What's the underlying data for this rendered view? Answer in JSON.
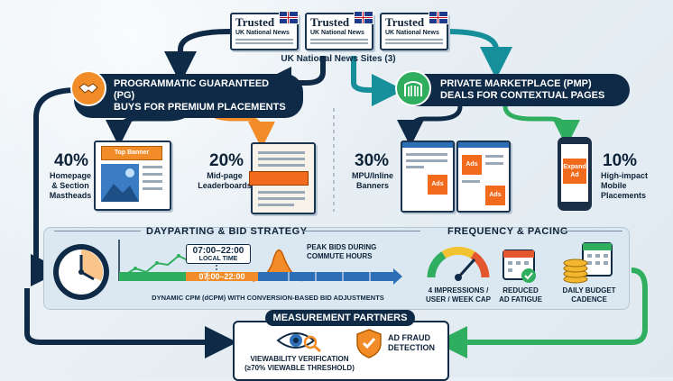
{
  "publishers": [
    {
      "name": "Trusted",
      "sub": "UK National News"
    },
    {
      "name": "Trusted",
      "sub": "UK National News"
    },
    {
      "name": "Trusted",
      "sub": "UK National News"
    }
  ],
  "publishers_caption": "UK National News Sites (3)",
  "pg": {
    "title": "PROGRAMMATIC GUARANTEED (PG)\nBUYS FOR PREMIUM PLACEMENTS",
    "icon": "handshake-icon",
    "color": "#f28c28"
  },
  "pmp": {
    "title": "PRIVATE MARKETPLACE (PMP)\nDEALS FOR CONTEXTUAL PAGES",
    "icon": "gate-icon",
    "color": "#2fae5f"
  },
  "placements": [
    {
      "pct": "40%",
      "label": "Homepage\n& Section\nMastheads",
      "ad": "Top Banner"
    },
    {
      "pct": "20%",
      "label": "Mid-page\nLeaderboards"
    },
    {
      "pct": "30%",
      "label": "MPU/Inline\nBanners",
      "ads": [
        "Ads",
        "Ads",
        "Ads"
      ]
    },
    {
      "pct": "10%",
      "label": "High-impact\nMobile\nPlacements",
      "ad": "Expand\nAd"
    }
  ],
  "strategy": {
    "dayparting_title": "DAYPARTING & BID STRATEGY",
    "frequency_title": "FREQUENCY & PACING",
    "time_box": "07:00–22:00",
    "time_sub": "LOCAL TIME",
    "time_bar": "07:00–22:00",
    "peak": "PEAK BIDS DURING\nCOMMUTE HOURS",
    "dcpm": "DYNAMIC CPM (dCPM) WITH CONVERSION-BASED BID ADJUSTMENTS",
    "freq": [
      {
        "label": "4 IMPRESSIONS /\nUSER / WEEK CAP",
        "icon": "gauge-icon"
      },
      {
        "label": "REDUCED\nAD FATIGUE",
        "icon": "calendar-check-icon"
      },
      {
        "label": "DAILY BUDGET\nCADENCE",
        "icon": "coins-calendar-icon"
      }
    ]
  },
  "measurement": {
    "title": "MEASUREMENT PARTNERS",
    "items": [
      {
        "label": "VIEWABILITY VERIFICATION\n(≥70% VIEWABLE THRESHOLD)",
        "icon": "eye-magnifier-icon"
      },
      {
        "label": "AD FRAUD\nDETECTION",
        "icon": "shield-check-icon"
      }
    ]
  },
  "colors": {
    "navy": "#0f2a46",
    "orange": "#f28c28",
    "green": "#2fae5f",
    "teal": "#178f9a",
    "blue": "#2c6fb7"
  }
}
